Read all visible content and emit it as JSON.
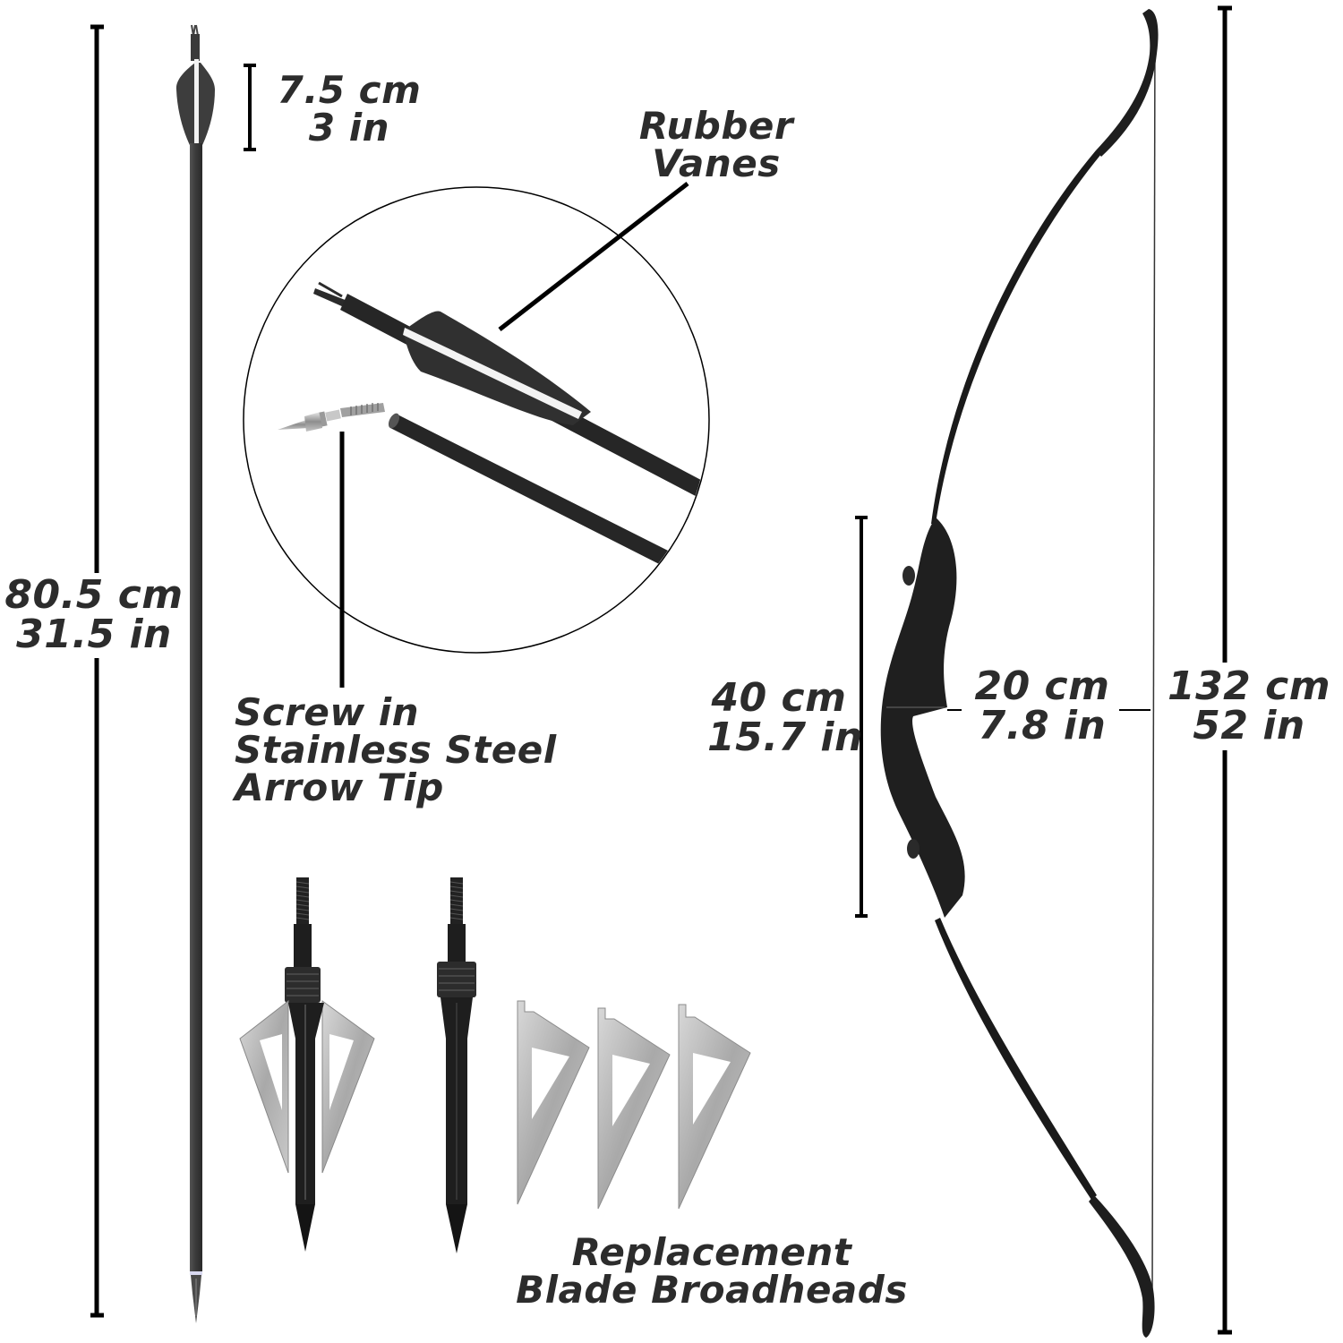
{
  "product": {
    "description": "Recurve bow and arrow kit dimension infographic"
  },
  "dimensions": {
    "arrow_length": {
      "cm": "80.5 cm",
      "in": "31.5 in"
    },
    "vane_length": {
      "cm": "7.5 cm",
      "in": "3 in"
    },
    "riser_length": {
      "cm": "40 cm",
      "in": "15.7 in"
    },
    "brace_height": {
      "cm": "20 cm",
      "in": "7.8 in"
    },
    "bow_length": {
      "cm": "132 cm",
      "in": "52 in"
    }
  },
  "callouts": {
    "vanes": {
      "line1": "Rubber",
      "line2": "Vanes"
    },
    "tip": {
      "line1": "Screw in",
      "line2": "Stainless Steel",
      "line3": "Arrow Tip"
    },
    "broadheads": {
      "line1": "Replacement",
      "line2": "Blade Broadheads"
    }
  },
  "items": [
    {
      "name": "arrow",
      "count": 1
    },
    {
      "name": "arrow-detail-inset",
      "count": 1
    },
    {
      "name": "assembled-broadhead",
      "count": 1
    },
    {
      "name": "broadhead-ferrule",
      "count": 1
    },
    {
      "name": "replacement-blade",
      "count": 3
    },
    {
      "name": "recurve-bow",
      "count": 1
    }
  ],
  "colors": {
    "text": "#2c2c2c",
    "lines": "#000000",
    "product_black": "#1e1e1e",
    "blade_steel": "#b8b8b8",
    "background": "#ffffff"
  }
}
